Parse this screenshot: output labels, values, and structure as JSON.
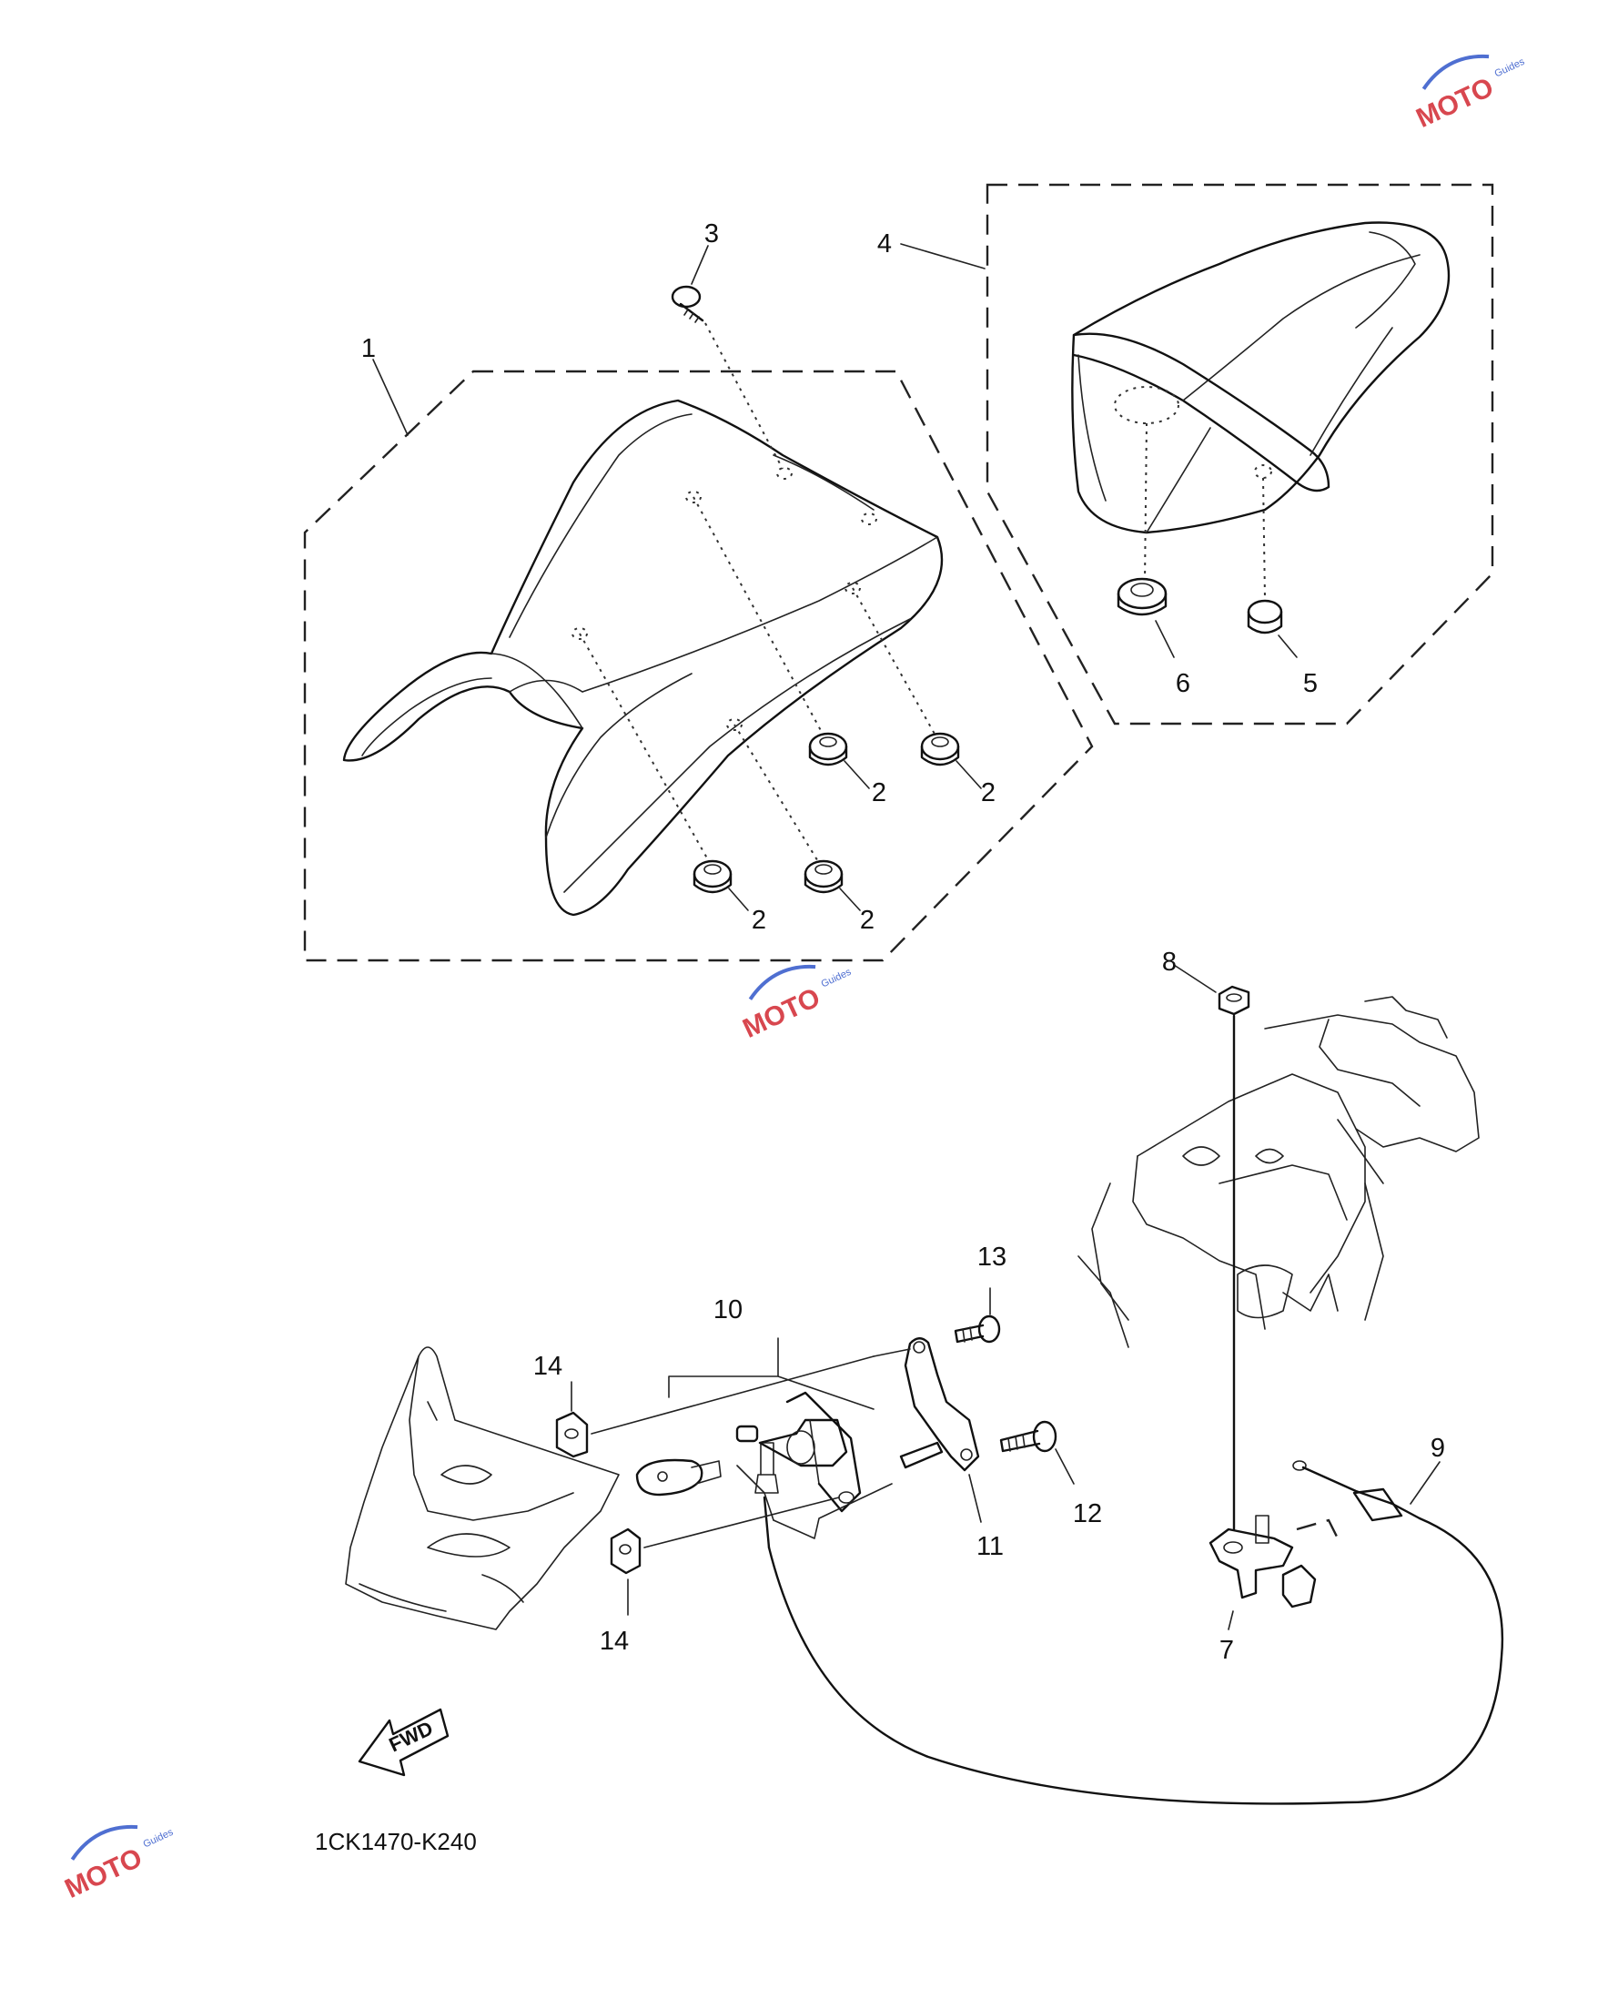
{
  "callouts": [
    {
      "id": "1",
      "text": "1"
    },
    {
      "id": "2a",
      "text": "2"
    },
    {
      "id": "2b",
      "text": "2"
    },
    {
      "id": "2c",
      "text": "2"
    },
    {
      "id": "2d",
      "text": "2"
    },
    {
      "id": "3",
      "text": "3"
    },
    {
      "id": "4",
      "text": "4"
    },
    {
      "id": "5",
      "text": "5"
    },
    {
      "id": "6",
      "text": "6"
    },
    {
      "id": "7",
      "text": "7"
    },
    {
      "id": "8",
      "text": "8"
    },
    {
      "id": "9",
      "text": "9"
    },
    {
      "id": "10",
      "text": "10"
    },
    {
      "id": "11",
      "text": "11"
    },
    {
      "id": "12",
      "text": "12"
    },
    {
      "id": "13",
      "text": "13"
    },
    {
      "id": "14a",
      "text": "14"
    },
    {
      "id": "14b",
      "text": "14"
    }
  ],
  "fwd_label": "FWD",
  "diagram_ref": "1CK1470-K240",
  "watermark": {
    "text": "MOTO",
    "subtext": "Guides",
    "color": "#d8474f",
    "accent": "#4f6fd1"
  }
}
